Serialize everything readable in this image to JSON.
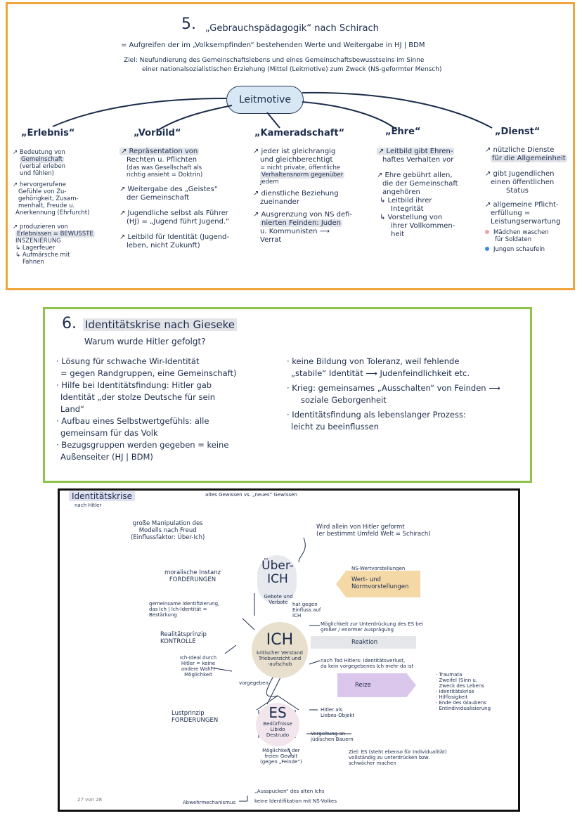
{
  "s5": {
    "num": "5.",
    "title": "„Gebrauchspädagogik“ nach Schirach",
    "line1": "= Aufgreifen der im „Volksempfinden“ bestehenden Werte und Weitergabe in HJ | BDM",
    "line2": "Ziel: Neufundierung des Gemeinschaftslebens und eines Gemeinschaftsbewusstseins im Sinne",
    "line3": "einer nationalsozialistischen Erziehung (Mittel (Leitmotive) zum Zweck (NS-geformter Mensch)",
    "cloud": "Leitmotive",
    "col1": {
      "head": "„Erlebnis“",
      "l1": "↗ Bedeutung von",
      "l2": "Gemeinschaft",
      "l3": "(verbal erleben",
      "l4": "und fühlen)",
      "l5": "↗ hervorgerufene",
      "l6": "Gefühle von Zu-",
      "l7": "gehörigkeit, Zusam-",
      "l8": "menhalt, Freude u.",
      "l9": "Anerkennung (Ehrfurcht)",
      "l10": "↗ produzieren von",
      "l11": "Erlebnissen = BEWUSSTE",
      "l12": "INSZENIERUNG",
      "l13": "↳ Lagerfeuer",
      "l14": "↳ Aufmärsche mit",
      "l15": "Fahnen"
    },
    "col2": {
      "head": "„Vorbild“",
      "l1": "↗ Repräsentation von",
      "l2": "Rechten u. Pflichten",
      "l3": "(das was Gesellschaft als",
      "l4": "richtig ansieht = Doktrin)",
      "l5": "↗ Weitergabe des „Geistes“",
      "l6": "der Gemeinschaft",
      "l7": "↗ Jugendliche selbst als Führer",
      "l8": "(HJ) = „Jugend führt Jugend.“",
      "l9": "↗ Leitbild für Identität (Jugend-",
      "l10": "leben, nicht Zukunft)"
    },
    "col3": {
      "head": "„Kameradschaft“",
      "l1": "↗ jeder ist gleichrangig",
      "l2": "und gleichberechtigt",
      "l3": "= nicht private, öffentliche",
      "l4": "Verhaltensnorm gegenüber",
      "l5": "jedem",
      "l6": "↗ dienstliche Beziehung",
      "l7": "zueinander",
      "l8": "↗ Ausgrenzung von NS defi-",
      "l9": "nierten Feinden: Juden",
      "l10": "u. Kommunisten ⟶",
      "l11": "Verrat"
    },
    "col4": {
      "head": "„Ehre“",
      "l1": "↗ Leitbild gibt Ehren-",
      "l2": "haftes Verhalten vor",
      "l3": "↗ Ehre gebührt allen,",
      "l4": "die der Gemeinschaft",
      "l5": "angehören",
      "l6": "↳ Leitbild ihrer",
      "l7": "Integrität",
      "l8": "↳ Vorstellung von",
      "l9": "ihrer Vollkommen-",
      "l10": "heit"
    },
    "col5": {
      "head": "„Dienst“",
      "l1": "↗ nützliche Dienste",
      "l2": "für die Allgemeinheit",
      "l3": "↗ gibt Jugendlichen",
      "l4": "einen öffentlichen",
      "l5": "Status",
      "l6": "↗ allgemeine Pflicht-",
      "l7": "erfüllung =",
      "l8": "Leistungserwartung",
      "l9": "Mädchen waschen",
      "l10": "für Soldaten",
      "l11": "Jungen schaufeln"
    }
  },
  "s6": {
    "num": "6.",
    "title": "Identitätskrise nach Gieseke",
    "subtitle": "Warum wurde Hitler gefolgt?",
    "left": [
      "· Lösung für schwache Wir-Identität",
      "= gegen Randgruppen, eine Gemeinschaft)",
      "· Hilfe bei Identitätsfindung: Hitler gab",
      "Identität „der stolze Deutsche für sein",
      "Land“",
      "· Aufbau eines Selbstwertgefühls: alle",
      "gemeinsam für das Volk",
      "· Bezugsgruppen werden gegeben = keine",
      "Außenseiter (HJ | BDM)"
    ],
    "right": [
      "· keine Bildung von Toleranz, weil fehlende",
      "„stabile“ Identität ⟶ Judenfeindlichkeit etc.",
      "· Krieg: gemeinsames „Ausschalten“ von Feinden ⟶",
      "soziale Geborgenheit",
      "· Identitätsfindung als lebenslanger Prozess:",
      "leicht zu beeinflussen"
    ]
  },
  "s7": {
    "tag": "Identitätskrise",
    "tag_sub": "nach Hitler",
    "top_note": "altes Gewissen vs. „neues“ Gewissen",
    "freud": "große Manipulation des\nModells nach Freud\n(Einflussfaktor: Über-Ich)",
    "hitler_note": "Wird allein von Hitler geformt\n(er bestimmt Umfeld Welt = Schirach)",
    "instanz": "moralische Instanz\nFORDERUNGEN",
    "ueber": "Über-\nICH",
    "ueber_sub": "Gebote und\nVerbote",
    "ns": "NS-Wertvorstellungen",
    "wert": "Wert- und\nNormvorstellungen",
    "gemeinsam": "gemeinsame Identifizierung,\ndas Ich | Ich-Identität =\nBestärkung",
    "hatgegen": "hat gegen\nEinfluss auf\nICH",
    "moeglich": "Möglichkeit zur Unterdrückung des ES bei\ngroßer / enormer Ausprägung",
    "realitaet": "Realitätsprinzip\nKONTROLLE",
    "ich": "ICH",
    "ich_sub": "kritischer Verstand\nTriebverzicht und\n-aufschub",
    "reaktion": "Reaktion",
    "ichideal": "Ich-Ideal durch\nHitler = keine\nandere Wahl /\nMöglichkeit",
    "tod": "nach Tod Hitlers: Identitätsverlust,\nda kein vorgegebenes Ich mehr da ist",
    "vorgegeben": "vorgegeben",
    "reize": "Reize",
    "trauma": "· Traumata\n· Zweifel (Sinn u.\n  Zweck des Lebens\n· Identitätskrise\n· Hilflosigkeit\n· Ende des Glaubens\n· Entindividualisierung",
    "lust": "Lustprinzip\nFORDERUNGEN",
    "es": "ES",
    "es_sub": "Bedürfnisse\nLibido\nDestrudo",
    "hitlerals": "Hitler als\nLiebes-Objekt",
    "vergelt": "Vergeltung an\njüdischen Bauern",
    "moeglichkeit": "Möglichkeit der\nfreien Gewalt\n(gegen „Feinde“)",
    "ziel": "Ziel: ES (steht ebenso für Individualität)\nvollständig zu unterdrücken bzw.\nschwächer machen",
    "page": "27 von 28",
    "abwehr": "Abwehrmechanismus",
    "aus1": "„Ausspucken“ des alten Ichs",
    "aus2": "keine Identifikation mit NS-Volkes",
    "colors": {
      "orange": "#f0a53c",
      "green": "#8ec24a",
      "pink": "#e8a3a9",
      "blue": "#3a8fd8"
    }
  }
}
